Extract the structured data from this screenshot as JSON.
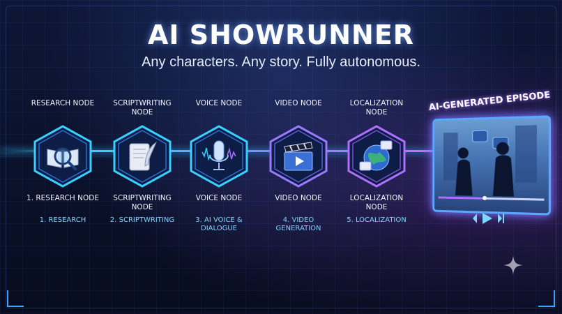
{
  "header": {
    "title": "AI SHOWRUNNER",
    "subtitle": "Any characters. Any story. Fully autonomous."
  },
  "nodes": [
    {
      "top_label": "RESEARCH NODE",
      "bottom_label": "1. RESEARCH NODE",
      "step_label": "1. RESEARCH",
      "icon": "book-magnifier-icon"
    },
    {
      "top_label": "SCRIPTWRITING NODE",
      "bottom_label": "SCRIPTWRITING NODE",
      "step_label": "2. SCRIPTWRITING",
      "icon": "scroll-quill-icon"
    },
    {
      "top_label": "VOICE NODE",
      "bottom_label": "VOICE NODE",
      "step_label": "3. AI VOICE & DIALOGUE",
      "icon": "microphone-icon"
    },
    {
      "top_label": "VIDEO NODE",
      "bottom_label": "VIDEO NODE",
      "step_label": "4. VIDEO GENERATION",
      "icon": "clapperboard-icon"
    },
    {
      "top_label": "LOCALIZATION NODE",
      "bottom_label": "LOCALIZATION NODE",
      "step_label": "5. LOCALIZATION",
      "icon": "globe-translate-icon"
    }
  ],
  "episode": {
    "title": "AI-GENERATED EPISODE",
    "icon": "video-player-icon"
  },
  "colors": {
    "background": "#0b1230",
    "accent_cyan": "#39d0ff",
    "accent_purple": "#b070ff",
    "text": "#ffffff",
    "step_text": "#7fd6ff"
  }
}
